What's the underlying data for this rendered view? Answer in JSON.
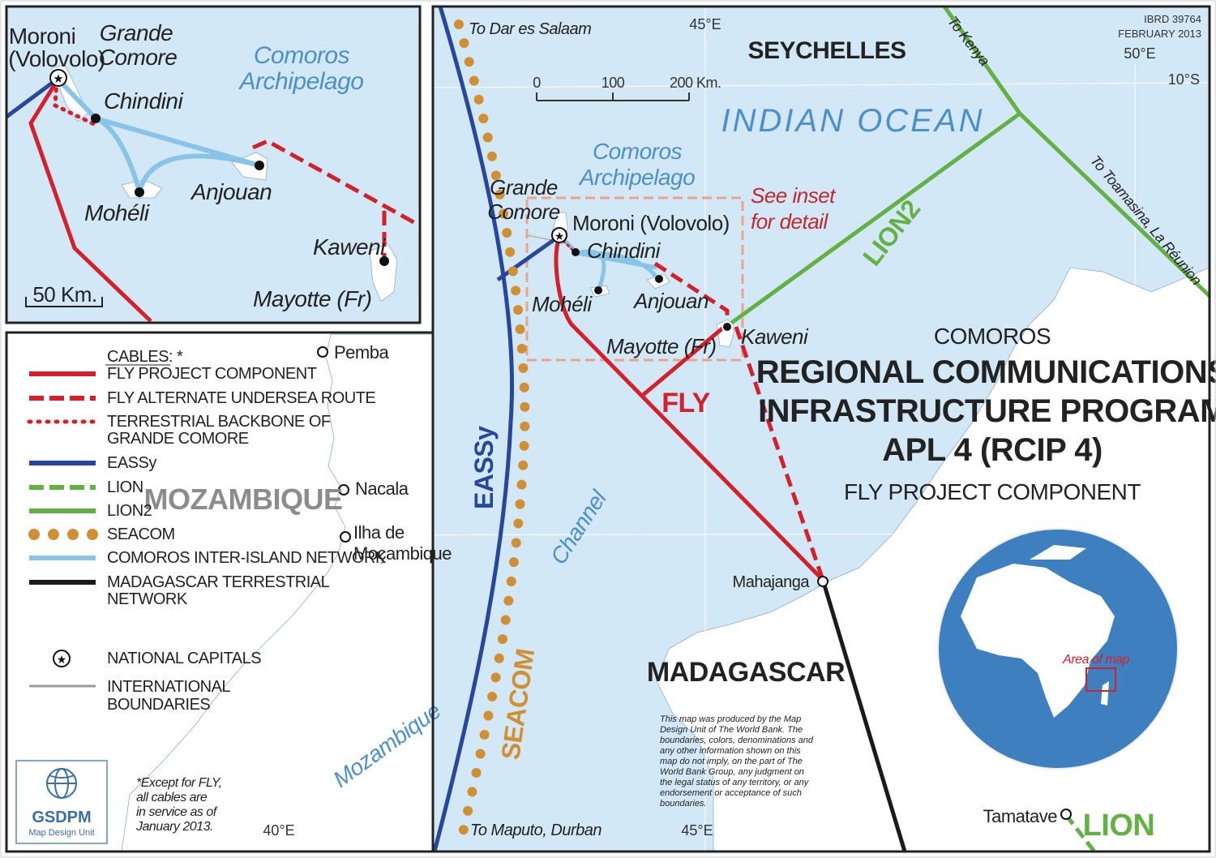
{
  "colors": {
    "water": "#d3e8f6",
    "land": "#ffffff",
    "fly": "#d3202a",
    "eassy": "#27479e",
    "lion": "#63b044",
    "seacom": "#d18f33",
    "inter_island": "#88c3e8",
    "madagascar_terrestrial": "#1a1a1a",
    "boundary": "#999999",
    "inset_box": "#e9a48c",
    "ocean_label": "#4b8fcb",
    "dark_text": "#222222",
    "gray_country": "#8c8c8c"
  },
  "header": {
    "ibrd": "IBRD 39764",
    "date": "FEBRUARY 2013"
  },
  "title": {
    "country": "COMOROS",
    "line1": "REGIONAL COMMUNICATIONS",
    "line2": "INFRASTRUCTURE PROGRAM",
    "line3": "APL 4 (RCIP 4)",
    "subtitle": "FLY PROJECT COMPONENT"
  },
  "graticule": {
    "lon45_top": "45°E",
    "lon50": "50°E",
    "lat10": "10°S",
    "lon40": "40°E",
    "lon45_bottom": "45°E"
  },
  "scale_main": {
    "t0": "0",
    "t100": "100",
    "t200": "200 Km."
  },
  "scale_inset": {
    "label": "50 Km."
  },
  "places_main": {
    "seychelles": "SEYCHELLES",
    "indian_ocean": "INDIAN OCEAN",
    "comoros_arch_1": "Comoros",
    "comoros_arch_2": "Archipelago",
    "grande_comore_1": "Grande",
    "grande_comore_2": "Comore",
    "moroni": "Moroni (Volovolo)",
    "chindini": "Chindini",
    "moheli": "Mohéli",
    "anjouan": "Anjouan",
    "mayotte": "Mayotte (Fr)",
    "kaweni": "Kaweni",
    "see_inset_1": "See inset",
    "see_inset_2": "for detail",
    "pemba": "Pemba",
    "nacala": "Nacala",
    "ilha_1": "Ilha de",
    "ilha_2": "Moçambique",
    "mozambique": "MOZAMBIQUE",
    "mahajanga": "Mahajanga",
    "madagascar": "MADAGASCAR",
    "tamatave": "Tamatave",
    "channel": "Channel",
    "mozambique_channel": "Mozambique",
    "to_dar": "To Dar es Salaam",
    "to_maputo": "To Maputo, Durban",
    "to_kenya": "To Kenya",
    "to_toamasina": "To Toamasina, La Réunion"
  },
  "cable_labels": {
    "eassy": "EASSy",
    "seacom": "SEACOM",
    "lion2": "LION2",
    "fly": "FLY",
    "lion": "LION"
  },
  "places_inset": {
    "moroni_1": "Moroni",
    "moroni_2": "(Volovolo)",
    "grande_comore_1": "Grande",
    "grande_comore_2": "Comore",
    "comoros_arch_1": "Comoros",
    "comoros_arch_2": "Archipelago",
    "chindini": "Chindini",
    "anjouan": "Anjouan",
    "moheli": "Mohéli",
    "kaweni": "Kaweni",
    "mayotte": "Mayotte (Fr)"
  },
  "legend": {
    "heading": "CABLES: *",
    "items": [
      {
        "label": "FLY PROJECT COMPONENT",
        "style": "solid",
        "color": "fly"
      },
      {
        "label": "FLY ALTERNATE UNDERSEA ROUTE",
        "style": "dashed",
        "color": "fly"
      },
      {
        "label": "TERRESTRIAL BACKBONE OF",
        "label2": "GRANDE COMORE",
        "style": "dotted",
        "color": "fly"
      },
      {
        "label": "EASSy",
        "style": "solid",
        "color": "eassy"
      },
      {
        "label": "LION",
        "style": "dashed",
        "color": "lion"
      },
      {
        "label": "LION2",
        "style": "solid",
        "color": "lion"
      },
      {
        "label": "SEACOM",
        "style": "dots",
        "color": "seacom"
      },
      {
        "label": "COMOROS INTER-ISLAND NETWORK",
        "style": "solid",
        "color": "inter_island"
      },
      {
        "label": "MADAGASCAR TERRESTRIAL",
        "label2": "NETWORK",
        "style": "solid",
        "color": "madagascar_terrestrial"
      }
    ],
    "capitals": "NATIONAL CAPITALS",
    "boundaries_1": "INTERNATIONAL",
    "boundaries_2": "BOUNDARIES"
  },
  "footnote": {
    "l1": "*Except for FLY,",
    "l2": "all cables are",
    "l3": "in service as of",
    "l4": "January 2013."
  },
  "disclaimer": {
    "l1": "This map was produced by the Map",
    "l2": "Design Unit of The World Bank. The",
    "l3": "boundaries, colors, denominations and",
    "l4": "any other information shown on this",
    "l5": "map do not imply, on the part of The",
    "l6": "World Bank Group, any judgment on",
    "l7": "the legal status of any territory, or any",
    "l8": "endorsement or acceptance of such",
    "l9": "boundaries."
  },
  "logo": {
    "name": "GSDPM",
    "sub": "Map Design Unit"
  },
  "globe": {
    "label": "Area of map"
  }
}
